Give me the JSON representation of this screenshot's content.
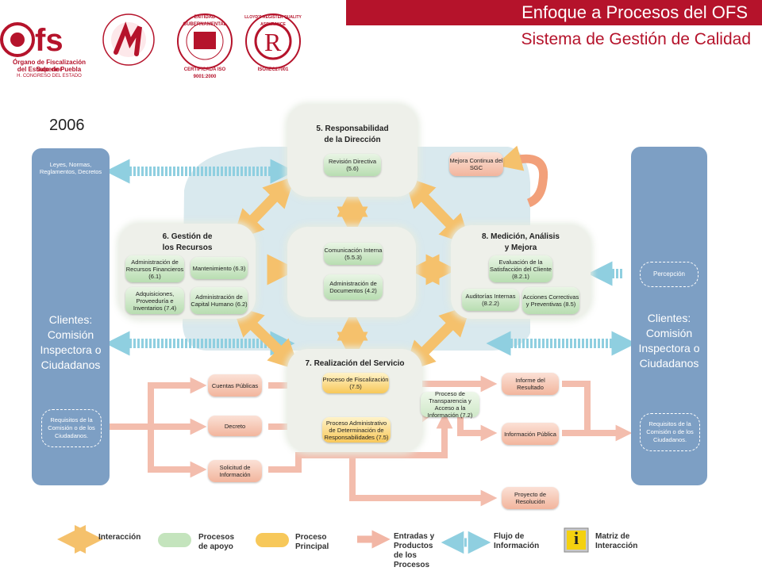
{
  "header": {
    "title": "Enfoque a Procesos del OFS",
    "subtitle": "Sistema de Gestión de Calidad"
  },
  "logos": {
    "ofs_line1": "Órgano de Fiscalización Superior",
    "ofs_line2": "del Estado de Puebla",
    "ofs_line3": "H. CONGRESO DEL ESTADO",
    "cert_line1": "ENTIDAD GUBERNAMENTAL",
    "cert_line2": "CERTIFICADA ISO 9001:2000",
    "lloyds": "LLOYD'S REGISTER QUALITY ASSURANCE",
    "lloyds_iso": "ISO/IEC27001"
  },
  "year": "2006",
  "diagram": {
    "left_top": "Leyes, Normas, Reglamentos, Decretos",
    "clients_left": "Clientes: Comisión Inspectora o Ciudadanos",
    "clients_right": "Clientes: Comisión Inspectora o Ciudadanos",
    "req_left": "Requisitos de la Comisión o de los Ciudadanos.",
    "req_right": "Requisitos de la Comisión o de los Ciudadanos.",
    "percepcion": "Percepción",
    "mejora": "Mejora Continua del SGC",
    "resp": {
      "title_1": "5. Responsabilidad",
      "title_2": "de la Dirección",
      "revision": "Revisión Directiva (5.6)"
    },
    "center": {
      "comunicacion": "Comunicación Interna (5.5.3)",
      "admin_docs": "Administración de Documentos (4.2)"
    },
    "recursos": {
      "title_1": "6. Gestión de",
      "title_2": "los Recursos",
      "admin_rec": "Administración de Recursos Financieros (6.1)",
      "mantenimiento": "Mantenimiento (6.3)",
      "adquisiciones": "Adquisiciones, Proveeduría e Inventarios (7.4)",
      "capital": "Administración de Capital Humano (6.2)"
    },
    "medicion": {
      "title_1": "8. Medición, Análisis",
      "title_2": "y Mejora",
      "evaluacion": "Evaluación de la Satisfacción del Cliente (8.2.1)",
      "auditorias": "Auditorías Internas (8.2.2)",
      "acciones": "Acciones Correctivas y Preventivas (8.5)"
    },
    "realizacion": {
      "title": "7. Realización del Servicio",
      "fiscalizacion": "Proceso de Fiscalización (7.5)",
      "transparencia": "Proceso de Transparencia y Acceso a la Información (7.2)",
      "determinacion": "Proceso Administrativo de Determinación de Responsabilidades (7.5)"
    },
    "inputs": {
      "cuentas": "Cuentas Públicas",
      "decreto": "Decreto",
      "solicitud": "Solicitud de Información"
    },
    "outputs": {
      "informe": "Informe del Resultado",
      "informacion": "Información Pública",
      "proyecto": "Proyecto de Resolución"
    }
  },
  "legend": {
    "interaccion": "Interacción",
    "apoyo": "Procesos de apoyo",
    "principal": "Proceso Principal",
    "entradas": "Entradas y Productos de los Procesos",
    "flujo": "Flujo de Información",
    "matriz": "Matriz de Interacción",
    "matriz_icon_letter": "i"
  },
  "colors": {
    "brand_red": "#b5132b",
    "client_blue": "#7d9fc4",
    "orange_arrow": "#f5c16c",
    "salmon_arrow": "#f2b6a5",
    "cyan_arrow": "#8fcfe0"
  }
}
